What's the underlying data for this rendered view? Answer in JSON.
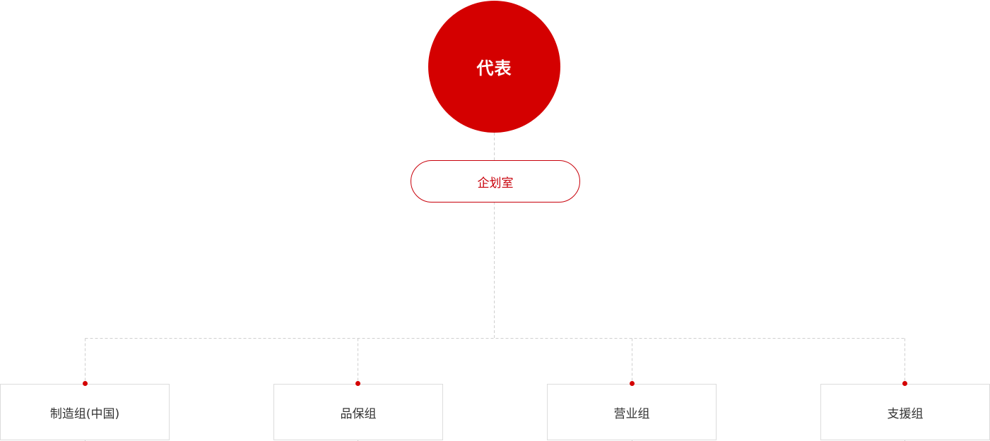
{
  "ceo": {
    "label": "代表"
  },
  "planning": {
    "label": "企划室"
  },
  "departments": [
    {
      "label": "制造组(中国)"
    },
    {
      "label": "品保组"
    },
    {
      "label": "营业组"
    },
    {
      "label": "支援组"
    }
  ],
  "colors": {
    "accent": "#d40000",
    "pill_border": "#c8000a",
    "box_border": "#dcdcdc",
    "connector": "#cfcfcf",
    "text": "#333333"
  }
}
